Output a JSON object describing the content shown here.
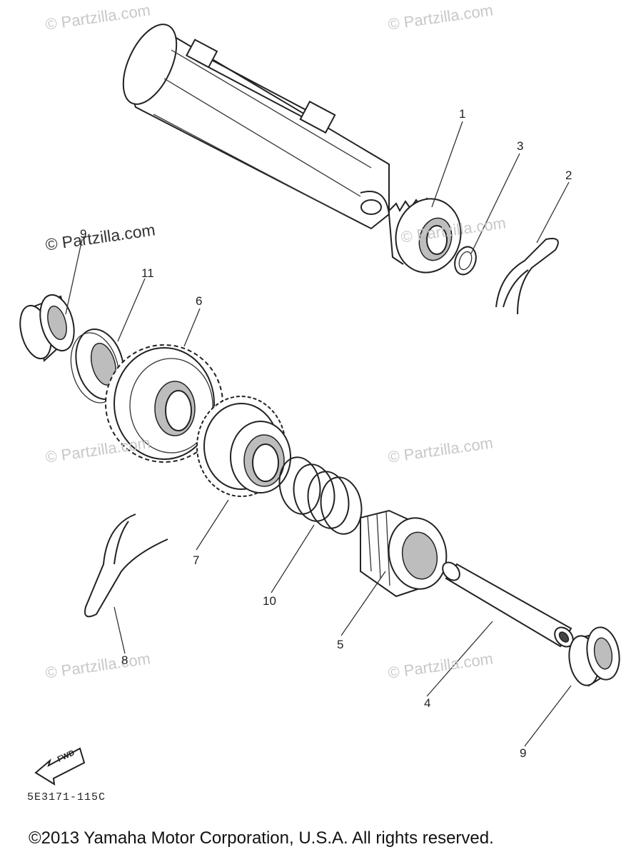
{
  "watermark": "© Partzilla.com",
  "callouts": {
    "c1": "1",
    "c2": "2",
    "c3": "3",
    "c4": "4",
    "c5": "5",
    "c6": "6",
    "c7": "7",
    "c8": "8",
    "c9a": "9",
    "c9b": "9",
    "c10": "10",
    "c11": "11"
  },
  "fwd_label": "FWD",
  "part_code": "5E3171-115C",
  "copyright": "©2013  Yamaha Motor Corporation, U.S.A. All rights reserved."
}
